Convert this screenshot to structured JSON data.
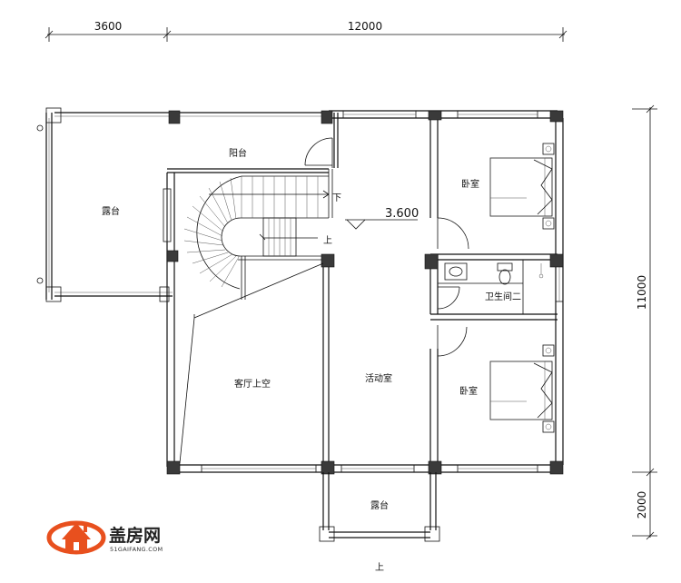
{
  "dimensions": {
    "top_left": "3600",
    "top_right": "12000",
    "right_upper": "11000",
    "right_lower": "2000"
  },
  "rooms": {
    "balcony": "阳台",
    "terrace_left": "露台",
    "terrace_bottom": "露台",
    "bedroom_upper": "卧室",
    "bedroom_lower": "卧室",
    "bathroom": "卫生间二",
    "living_void": "客厅上空",
    "activity_room": "活动室"
  },
  "stairs": {
    "down_label": "下",
    "up_label": "上"
  },
  "elevation": "3.600",
  "bottom_label": "上",
  "logo": {
    "name": "盖房网",
    "url": "51GAIFANG.COM",
    "accent_color": "#e8501e"
  }
}
